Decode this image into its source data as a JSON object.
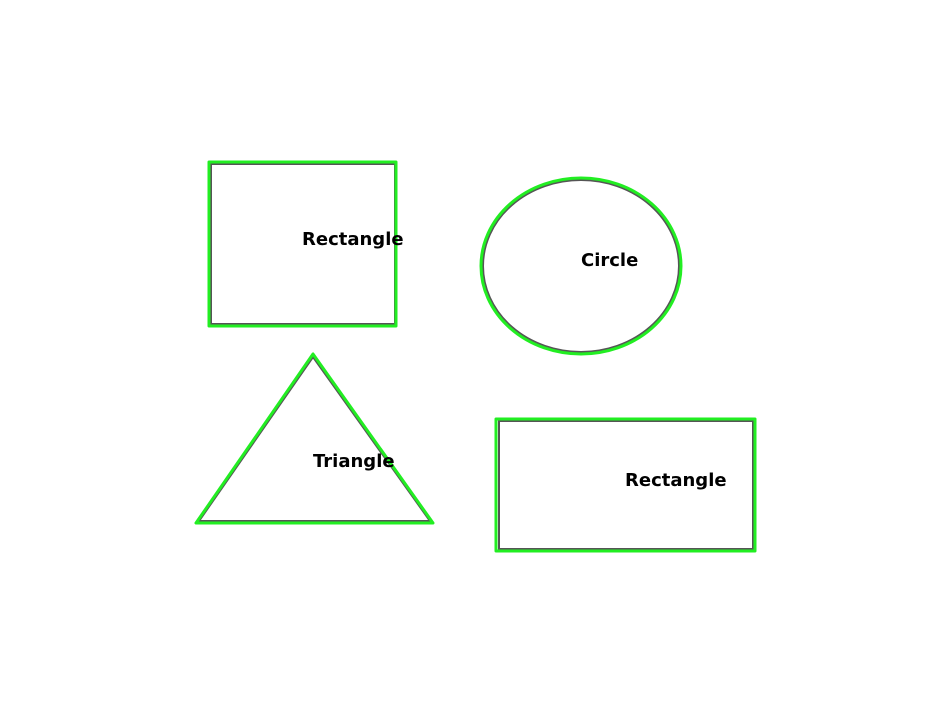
{
  "colors": {
    "background": "#ffffff",
    "contour": "#22ee22",
    "outline": "#555555",
    "label": "#000000"
  },
  "shapes": [
    {
      "type": "rectangle",
      "label": "Rectangle"
    },
    {
      "type": "circle",
      "label": "Circle"
    },
    {
      "type": "triangle",
      "label": "Triangle"
    },
    {
      "type": "rectangle",
      "label": "Rectangle"
    }
  ]
}
